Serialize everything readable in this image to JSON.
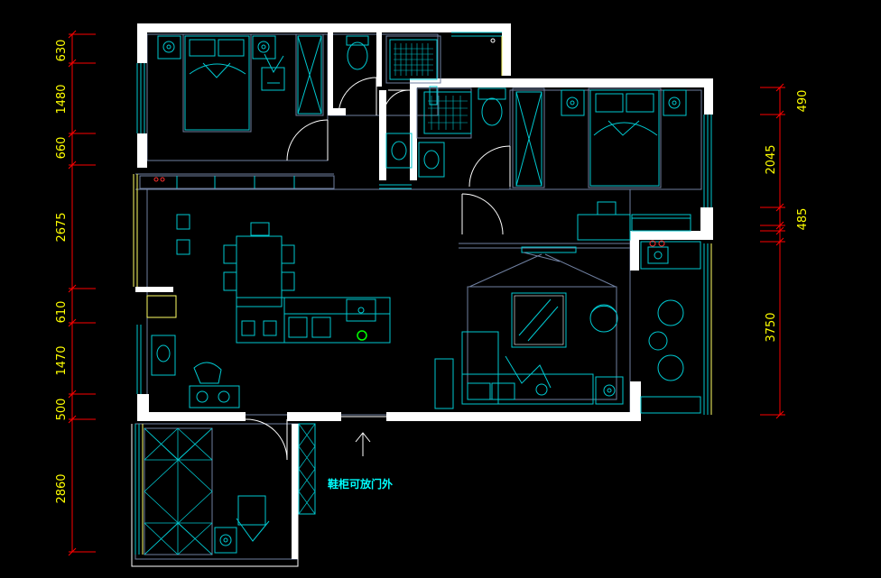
{
  "colors": {
    "background": "#000000",
    "wall": "#ffffff",
    "furniture": "#00c8d0",
    "outline": "#6f7fa0",
    "dimension": "#ff0000",
    "dimension_text": "#ffff00",
    "window": "#ffff66",
    "note": "#00ffff",
    "accent_red": "#ff3030",
    "plant": "#00ff00"
  },
  "left_dimensions": [
    "630",
    "1480",
    "660",
    "2675",
    "610",
    "1470",
    "500",
    "2860"
  ],
  "right_dimensions": [
    "490",
    "2045",
    "485",
    "3750"
  ],
  "note": "鞋柜可放门外",
  "entrance_icon": "up-arrow-icon"
}
